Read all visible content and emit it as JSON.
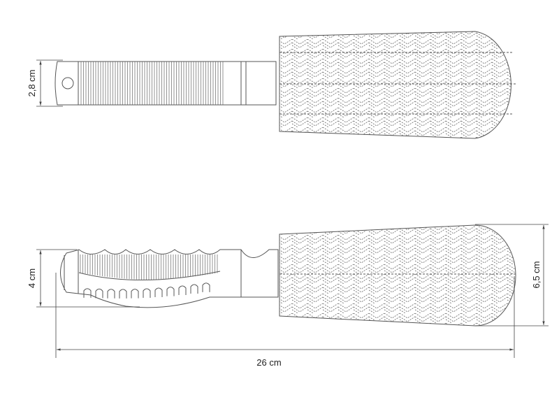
{
  "drawing": {
    "top_view": {
      "height_label": "2,8 cm"
    },
    "side_view": {
      "handle_height_label": "4 cm",
      "blade_height_label": "6,5 cm",
      "length_label": "26 cm"
    }
  }
}
